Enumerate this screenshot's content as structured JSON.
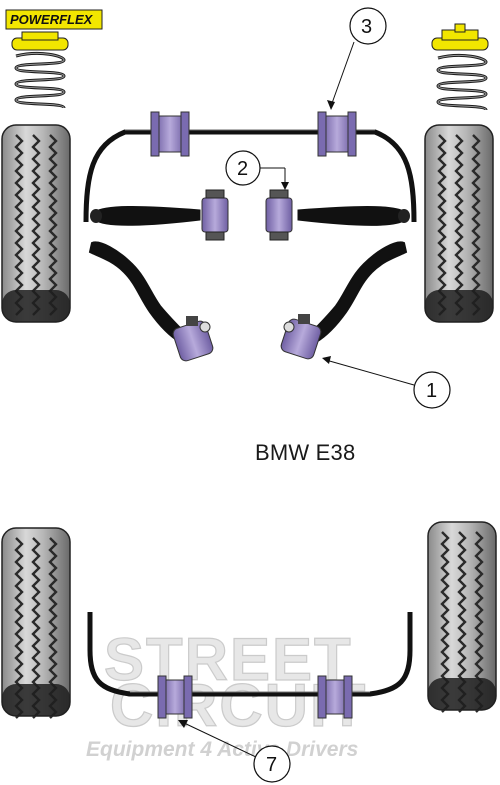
{
  "brand": {
    "logo_text": "POWERFLEX"
  },
  "caption": "BMW E38",
  "callouts": [
    "3",
    "2",
    "1",
    "7"
  ],
  "watermark": {
    "line1": "STREET",
    "line2": "CIRCUIT",
    "tagline": "Equipment 4 Active Drivers"
  },
  "colors": {
    "bush": "#9a8bc4",
    "bush_dark": "#6f5fa3",
    "spring_cap": "#f2e600",
    "metal": "#1e1e1e",
    "tyre": "#2a2a2a"
  }
}
